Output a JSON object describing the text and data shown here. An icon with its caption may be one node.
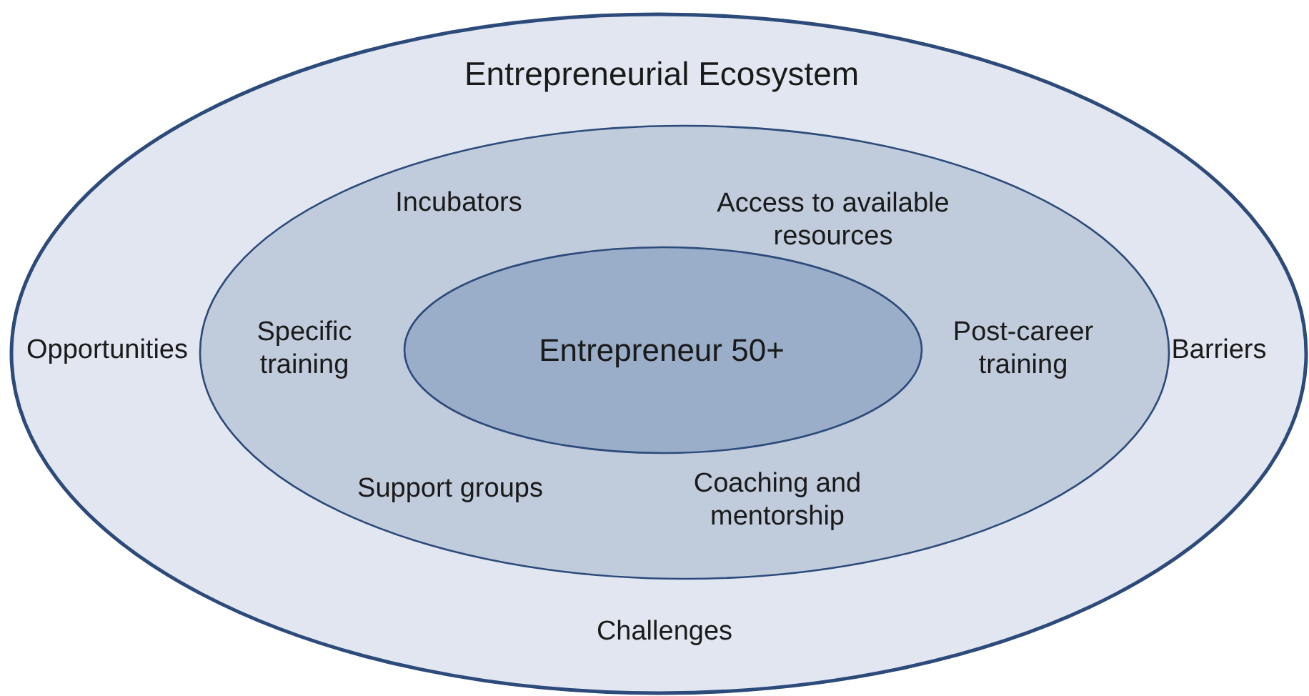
{
  "diagram": {
    "nodes": [
      {
        "text": [
          "Entrepreneurial Ecosystem",
          "Opportunities",
          "Barriers",
          "Challenges"
        ]
      },
      {
        "text": [
          "Incubators",
          "Access to available resources",
          "Specific training",
          "Post-career training",
          "Support groups",
          "Coaching and mentorship"
        ],
        "in": 0
      },
      {
        "text": [
          "Entrepreneur 50+"
        ],
        "in": 1
      }
    ]
  }
}
